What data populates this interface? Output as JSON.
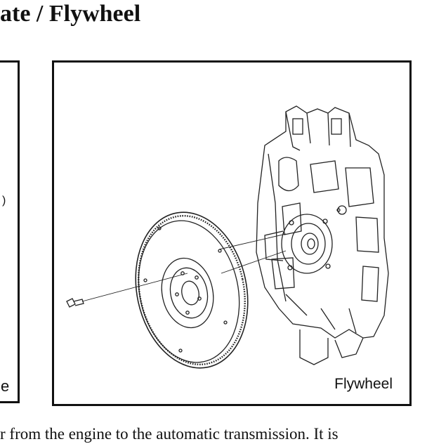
{
  "page": {
    "heading": "ate / Flywheel",
    "body_text_fragment": "r from the engine to the automatic transmission. It is"
  },
  "figures": {
    "left_fragment_text": "e",
    "left_fragment_paren": ")",
    "right_caption": "Flywheel"
  }
}
